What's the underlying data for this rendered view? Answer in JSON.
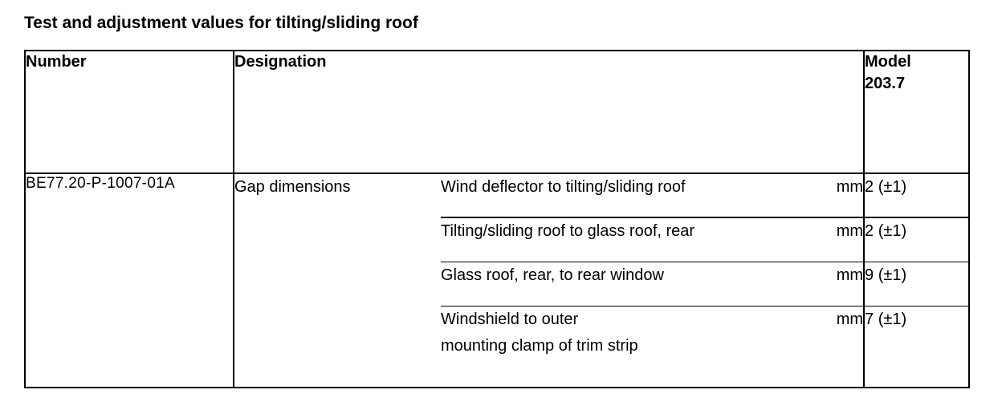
{
  "page_title": "Test and adjustment values for tilting/sliding roof",
  "table": {
    "headers": {
      "number": "Number",
      "designation": "Designation",
      "model": "Model\n203.7"
    },
    "rows": [
      {
        "number": "BE77.20-P-1007-01A",
        "designation": "Gap dimensions",
        "items": [
          {
            "description": "Wind deflector to tilting/sliding roof",
            "unit": "mm",
            "value": "2 (±1)"
          },
          {
            "description": "Tilting/sliding roof to glass roof, rear",
            "unit": "mm",
            "value": "2 (±1)"
          },
          {
            "description": "Glass roof, rear, to rear window",
            "unit": "mm",
            "value": "9 (±1)"
          },
          {
            "description": "Windshield to outer\nmounting clamp of trim strip",
            "unit": "mm",
            "value": "7 (±1)"
          }
        ]
      }
    ]
  }
}
